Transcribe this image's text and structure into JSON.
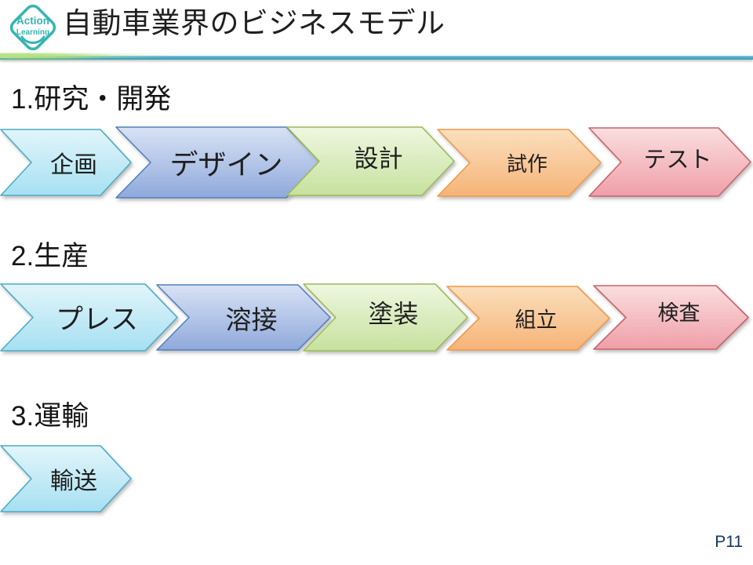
{
  "slide": {
    "logo": {
      "line1": "Action",
      "line2": "Learning",
      "color": "#35B5B2"
    },
    "title": "自動車業界のビジネスモデル",
    "page_number": "P11",
    "accent_line": {
      "teal": "#4BACC6",
      "green": "#9CD65F"
    },
    "sections": [
      {
        "heading": "1.研究・開発",
        "steps": [
          {
            "label": "企画",
            "color": "cyan"
          },
          {
            "label": "デザイン",
            "color": "blue"
          },
          {
            "label": "設計",
            "color": "green"
          },
          {
            "label": "試作",
            "color": "orange"
          },
          {
            "label": "テスト",
            "color": "red"
          }
        ]
      },
      {
        "heading": "2.生産",
        "steps": [
          {
            "label": "プレス",
            "color": "cyan"
          },
          {
            "label": "溶接",
            "color": "blue"
          },
          {
            "label": "塗装",
            "color": "green"
          },
          {
            "label": "組立",
            "color": "orange"
          },
          {
            "label": "検査",
            "color": "red"
          }
        ]
      },
      {
        "heading": "3.運輸",
        "steps": [
          {
            "label": "輸送",
            "color": "cyan"
          }
        ]
      }
    ],
    "palette": {
      "cyan": {
        "top": "#E2F5FB",
        "bottom": "#A6E0F2",
        "stroke": "#4BACC6"
      },
      "blue": {
        "top": "#D9E2F5",
        "bottom": "#8FA9DB",
        "stroke": "#4F81BD"
      },
      "green": {
        "top": "#EEF7E0",
        "bottom": "#C7E19E",
        "stroke": "#9BBB59"
      },
      "orange": {
        "top": "#FBDFBD",
        "bottom": "#F6B377",
        "stroke": "#F09A4C"
      },
      "red": {
        "top": "#FADEDF",
        "bottom": "#EF9FA8",
        "stroke": "#C9636B"
      }
    }
  }
}
